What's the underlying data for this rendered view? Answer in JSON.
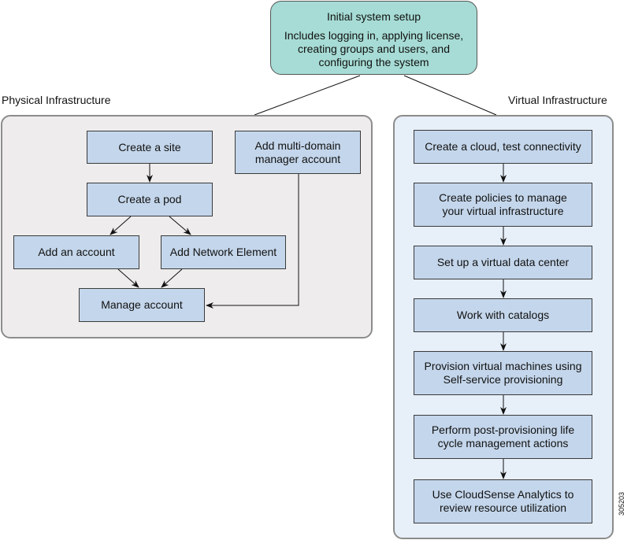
{
  "top": {
    "title": "Initial system setup",
    "description": "Includes logging in, applying license, creating groups and users, and configuring the system"
  },
  "physical": {
    "label": "Physical Infrastructure",
    "steps": {
      "create_site": "Create a site",
      "create_pod": "Create a pod",
      "add_account": "Add an account",
      "add_network_element": "Add Network Element",
      "manage_account": "Manage account",
      "add_mdm_account": "Add multi-domain manager account"
    }
  },
  "virtual": {
    "label": "Virtual Infrastructure",
    "steps": [
      "Create a cloud, test connectivity",
      "Create policies to manage your virtual infrastructure",
      "Set up a virtual data center",
      "Work with catalogs",
      "Provision virtual machines using Self-service provisioning",
      "Perform post-provisioning life cycle management actions",
      "Use CloudSense Analytics to review resource utilization"
    ]
  },
  "colors": {
    "top_box": "#a6dcd5",
    "step_box": "#c4d6eb",
    "physical_bg": "#eeeced",
    "virtual_bg": "#e7eff9"
  },
  "figure_id": "305203"
}
